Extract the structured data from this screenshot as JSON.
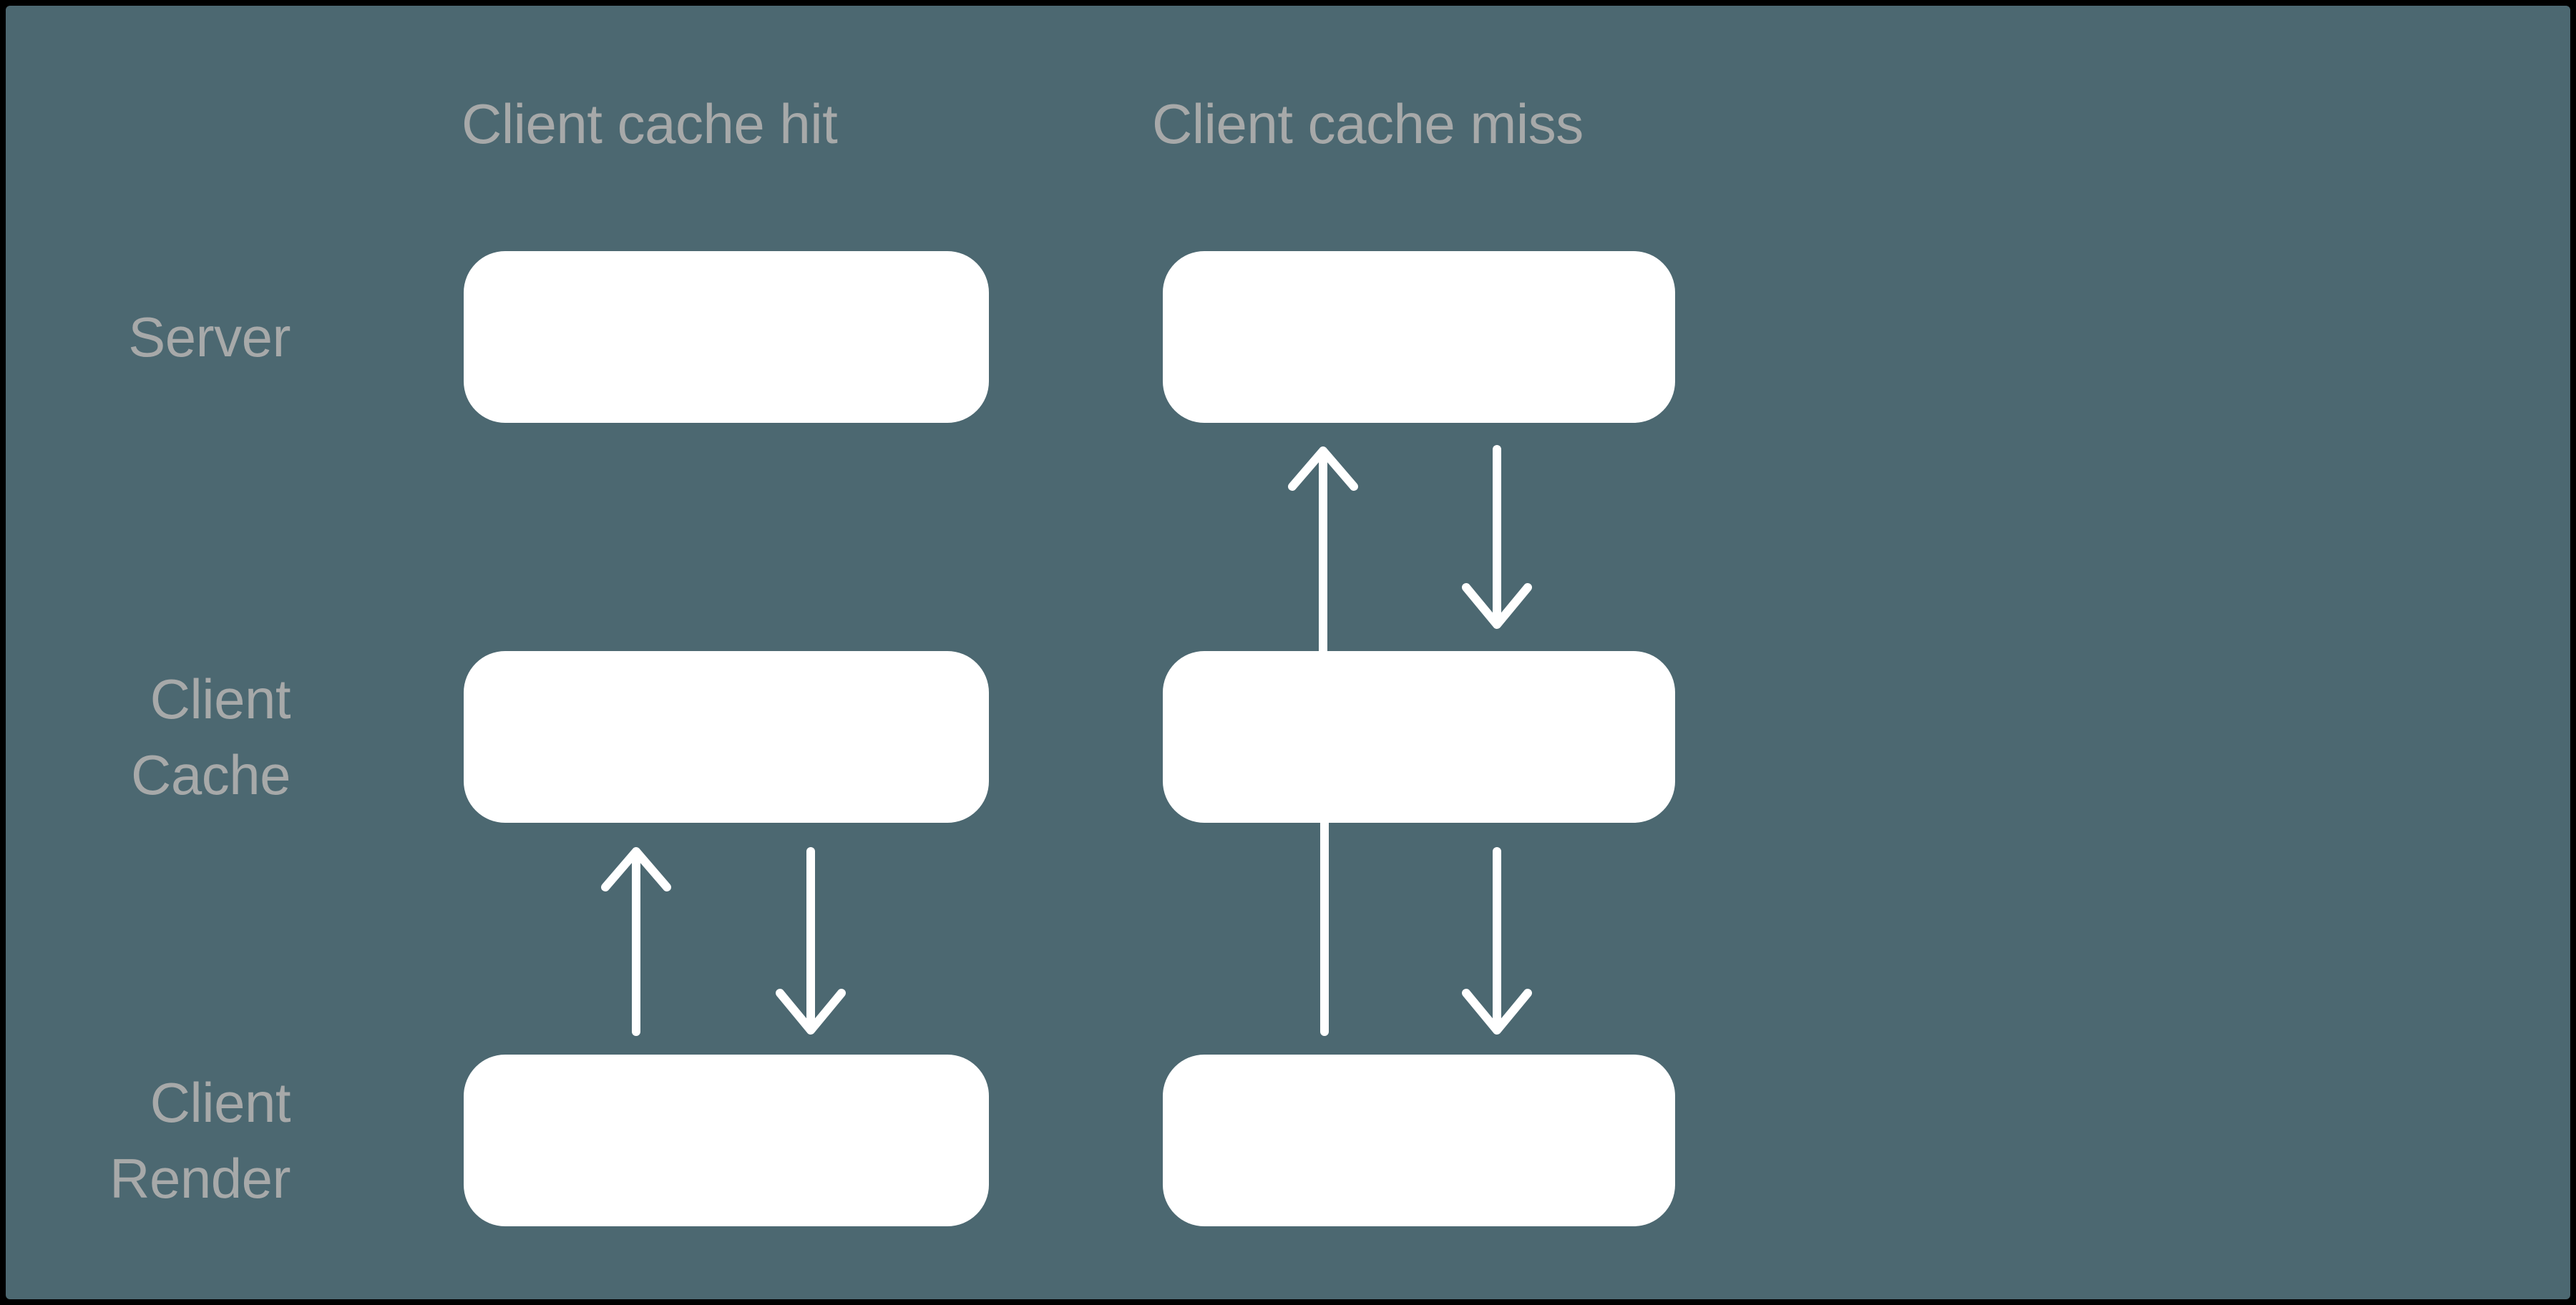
{
  "diagram": {
    "type": "flow-diagram",
    "columns": [
      {
        "id": "client-cache-hit",
        "header": "Client cache hit"
      },
      {
        "id": "client-cache-miss",
        "header": "Client cache miss"
      }
    ],
    "rows": [
      {
        "id": "server",
        "label": "Server",
        "lines": [
          "Server"
        ]
      },
      {
        "id": "client-cache",
        "label": "Client Cache",
        "lines": [
          "Client",
          "Cache"
        ]
      },
      {
        "id": "client-render",
        "label": "Client Render",
        "lines": [
          "Client",
          "Render"
        ]
      }
    ],
    "arrows": [
      {
        "column": "client-cache-hit",
        "from": "client-render",
        "to": "client-cache",
        "direction": "up"
      },
      {
        "column": "client-cache-hit",
        "from": "client-cache",
        "to": "client-render",
        "direction": "down"
      },
      {
        "column": "client-cache-miss",
        "from": "client-render",
        "to": "server",
        "direction": "up",
        "passes_behind": "client-cache"
      },
      {
        "column": "client-cache-miss",
        "from": "server",
        "to": "client-cache",
        "direction": "down"
      },
      {
        "column": "client-cache-miss",
        "from": "client-cache",
        "to": "client-render",
        "direction": "down"
      }
    ],
    "colors": {
      "background": "#4c6871",
      "box": "#ffffff",
      "arrow": "#ffffff",
      "text": "#a7a9a9",
      "frame": "#000000"
    }
  }
}
